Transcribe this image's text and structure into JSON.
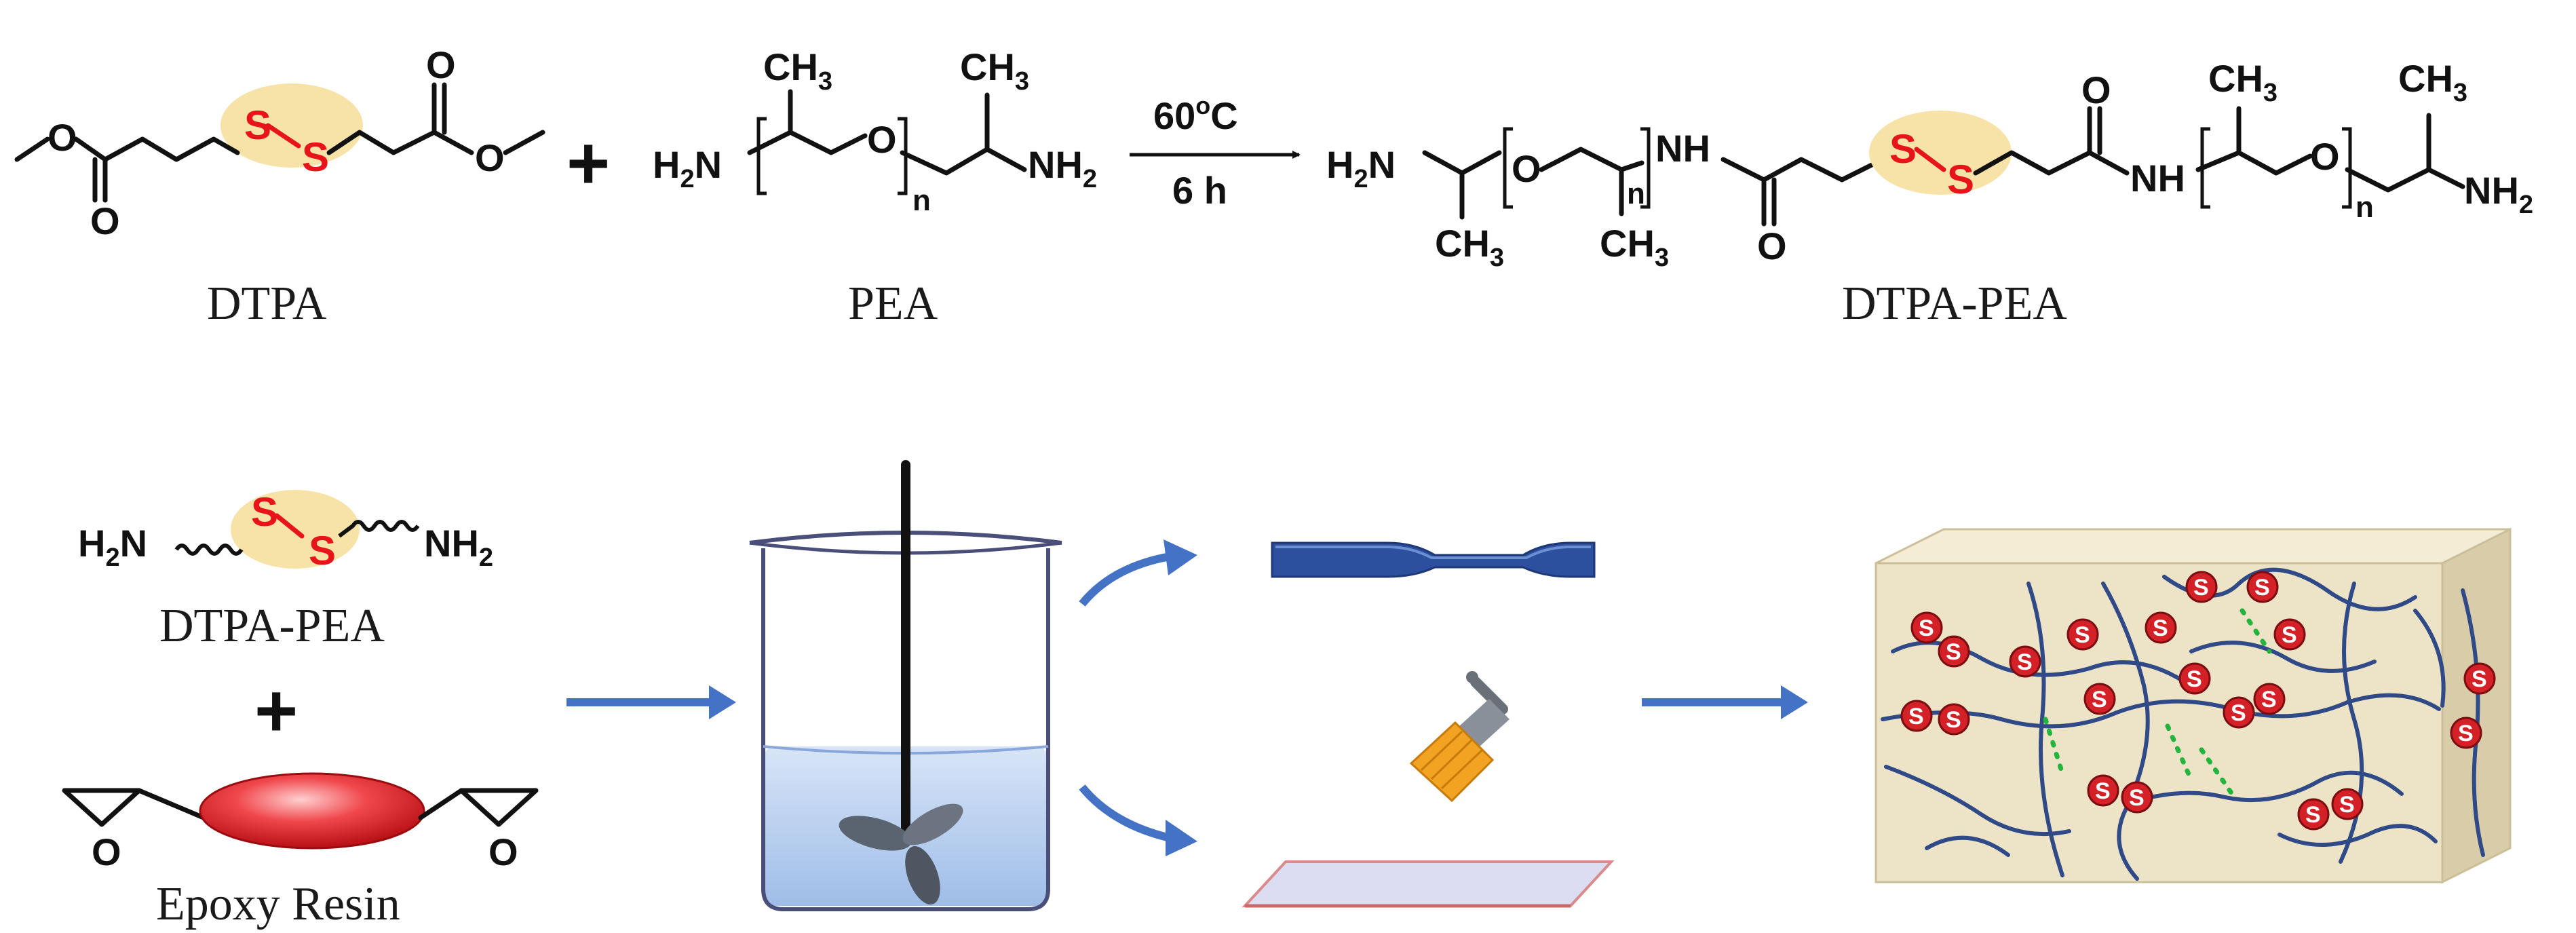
{
  "reaction": {
    "reactant1_label": "DTPA",
    "reactant2_label": "PEA",
    "product_label": "DTPA-PEA",
    "plus": "+",
    "condition_temp_value": "60",
    "condition_temp_degree": "o",
    "condition_temp_unit": "C",
    "condition_time": "6 h"
  },
  "process": {
    "crosslinker_label": "DTPA-PEA",
    "plus": "+",
    "resin_label": "Epoxy Resin"
  },
  "atoms": {
    "O": "O",
    "S": "S",
    "H": "H",
    "N": "N",
    "NH": "NH",
    "CH": "CH",
    "two": "2",
    "three": "3",
    "n": "n"
  },
  "colors": {
    "disulfide_highlight": "#f7e3a8",
    "sulfur_red": "#e8141c",
    "arrow_blue": "#4472c4",
    "beaker_liquid": "#b9cff0",
    "dumbbell_blue": "#2c4f9e",
    "film": "#dcdcf2",
    "network_box": "#ede3c7",
    "polymer_chain": "#2f4a86",
    "hydrogen_bond": "#22b43c",
    "epoxy_ellipse": "#e8141c"
  },
  "icons": [
    "beaker-icon",
    "stirrer-icon",
    "dumbbell-specimen-icon",
    "paint-brush-icon",
    "coating-film-icon",
    "crosslinked-network-icon"
  ]
}
